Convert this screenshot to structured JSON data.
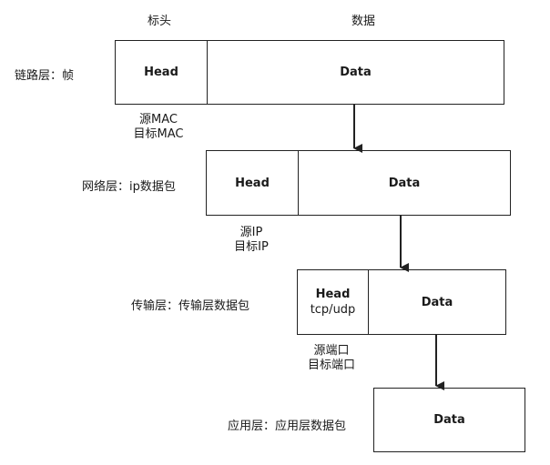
{
  "header": {
    "head_col": "标头",
    "data_col": "数据"
  },
  "layers": [
    {
      "label": "链路层：帧",
      "head": "Head",
      "head_sub": "",
      "data": "Data",
      "notes": [
        "源MAC",
        "目标MAC"
      ]
    },
    {
      "label": "网络层：ip数据包",
      "head": "Head",
      "head_sub": "",
      "data": "Data",
      "notes": [
        "源IP",
        "目标IP"
      ]
    },
    {
      "label": "传输层：传输层数据包",
      "head": "Head",
      "head_sub": "tcp/udp",
      "data": "Data",
      "notes": [
        "源端口",
        "目标端口"
      ]
    },
    {
      "label": "应用层：应用层数据包",
      "data": "Data"
    }
  ]
}
